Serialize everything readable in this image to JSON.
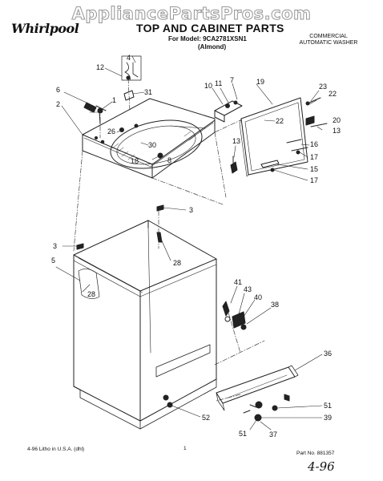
{
  "watermark": "AppliancePartsPros.com",
  "brand_logo": "Whirlpool",
  "header": {
    "title": "TOP AND CABINET PARTS",
    "model_line": "For Model: 9CA2781XSN1",
    "variant": "(Almond)",
    "product_line1": "COMMERCIAL",
    "product_line2": "AUTOMATIC WASHER"
  },
  "footer": {
    "left": "4-96 Litho in U.S.A. (dhl)",
    "center": "1",
    "part_no": "Part No. 881357",
    "handwritten": "4-96"
  },
  "callouts": [
    {
      "label": "4"
    },
    {
      "label": "12"
    },
    {
      "label": "31"
    },
    {
      "label": "6"
    },
    {
      "label": "1"
    },
    {
      "label": "2"
    },
    {
      "label": "26"
    },
    {
      "label": "30"
    },
    {
      "label": "18"
    },
    {
      "label": "8"
    },
    {
      "label": "10"
    },
    {
      "label": "11"
    },
    {
      "label": "7"
    },
    {
      "label": "19"
    },
    {
      "label": "22"
    },
    {
      "label": "23"
    },
    {
      "label": "22"
    },
    {
      "label": "20"
    },
    {
      "label": "13"
    },
    {
      "label": "13"
    },
    {
      "label": "16"
    },
    {
      "label": "17"
    },
    {
      "label": "15"
    },
    {
      "label": "17"
    },
    {
      "label": "3"
    },
    {
      "label": "28"
    },
    {
      "label": "3"
    },
    {
      "label": "5"
    },
    {
      "label": "28"
    },
    {
      "label": "41"
    },
    {
      "label": "43"
    },
    {
      "label": "40"
    },
    {
      "label": "38"
    },
    {
      "label": "36"
    },
    {
      "label": "51"
    },
    {
      "label": "39"
    },
    {
      "label": "51"
    },
    {
      "label": "37"
    },
    {
      "label": "52"
    }
  ]
}
